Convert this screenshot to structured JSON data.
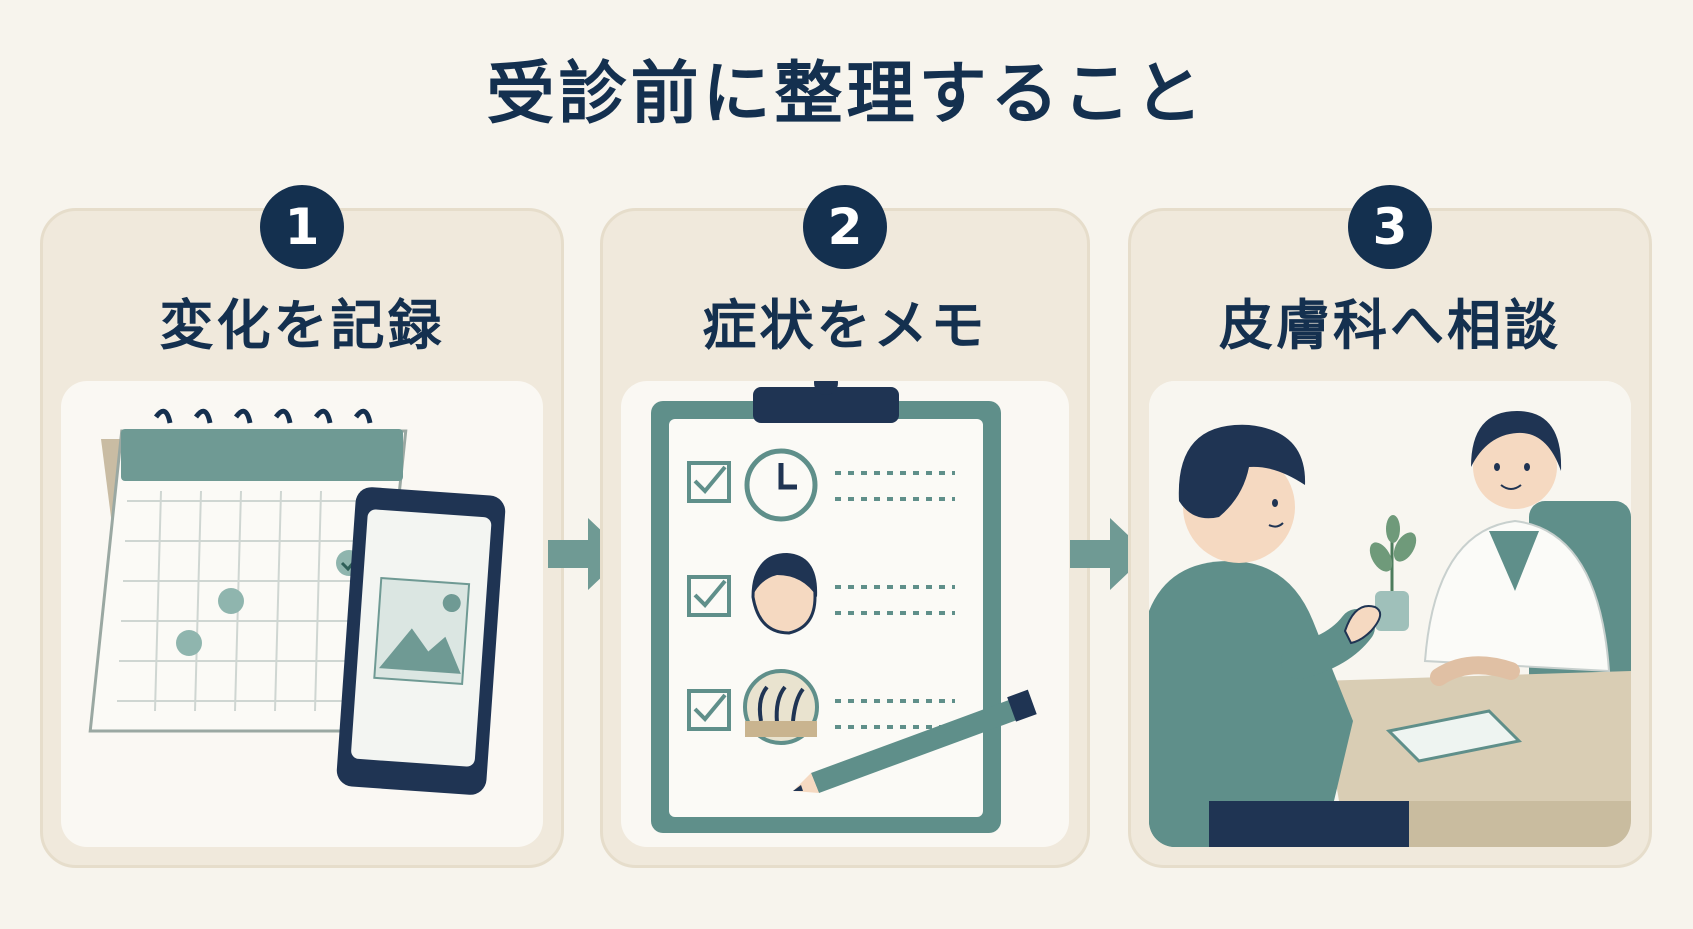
{
  "title": "受診前に整理すること",
  "steps": [
    {
      "number": "1",
      "label": "変化を記録",
      "icons": [
        "calendar-icon",
        "smartphone-photo-icon"
      ]
    },
    {
      "number": "2",
      "label": "症状をメモ",
      "icons": [
        "clipboard-checklist-icon",
        "clock-icon",
        "face-icon",
        "hair-follicle-icon",
        "pencil-icon"
      ]
    },
    {
      "number": "3",
      "label": "皮膚科へ相談",
      "icons": [
        "patient-illustration",
        "doctor-illustration"
      ]
    }
  ],
  "colors": {
    "navy": "#14304f",
    "teal": "#5f8f8a",
    "cream": "#f7f4ed",
    "card": "#f0e9dc"
  }
}
